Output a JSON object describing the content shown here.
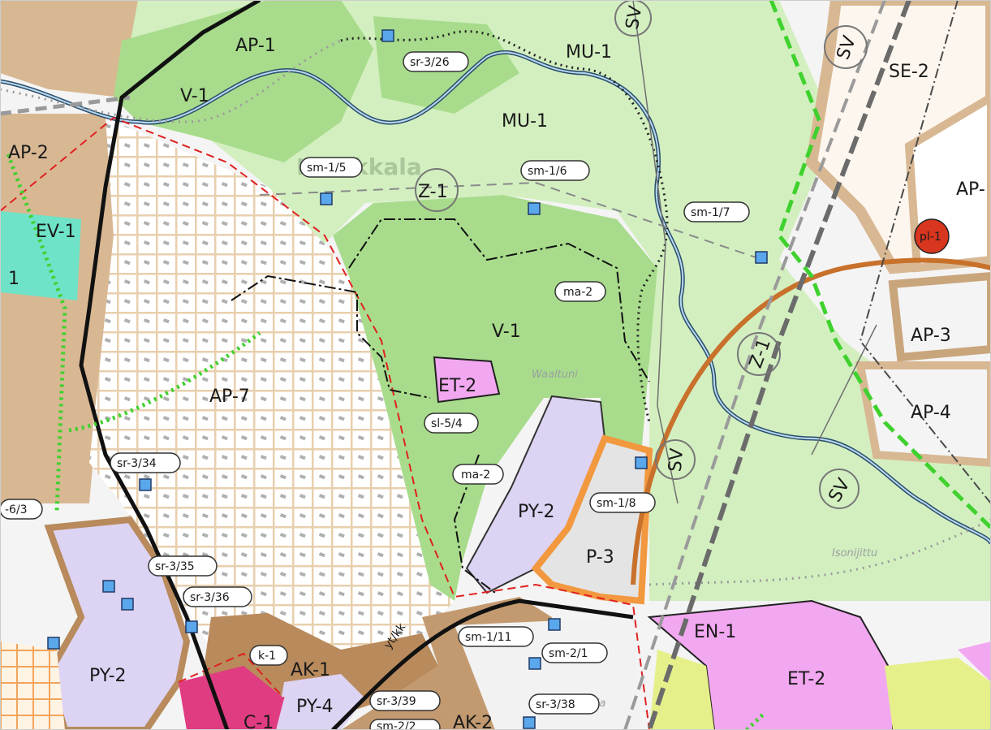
{
  "colors": {
    "green_light": "#d5f0c3",
    "green_mid": "#b6e29b",
    "green_dark": "#8fcf6f",
    "brown": "#d8b893",
    "brown_dark": "#b88a5c",
    "lilac": "#ddd3f3",
    "pink": "#f2a8f0",
    "magenta": "#e03c82",
    "yellow": "#e5f08a",
    "grey": "#e7e7e7",
    "orange_ring": "#c8712b",
    "bright_green": "#3fd12e",
    "red_dash": "#e02020",
    "river": "#7fa8c9"
  },
  "zones": {
    "ap1": "AP-1",
    "ap2": "AP-2",
    "ap3": "AP-3",
    "ap4": "AP-4",
    "ap_right": "AP-",
    "ap7": "AP-7",
    "mu1_top": "MU-1",
    "mu1": "MU-1",
    "v1_top": "V-1",
    "v1": "V-1",
    "ev1": "EV-1",
    "se2": "SE-2",
    "et2_small": "ET-2",
    "et2": "ET-2",
    "py2_left": "PY-2",
    "py2": "PY-2",
    "p3": "P-3",
    "en1": "EN-1",
    "ak1": "AK-1",
    "ak2": "AK-2",
    "py4": "PY-4",
    "c1": "C-1",
    "num_left": "1"
  },
  "tags": {
    "sr_3_26": "sr-3/26",
    "sm_1_5": "sm-1/5",
    "sm_1_6": "sm-1/6",
    "sm_1_7": "sm-1/7",
    "ma_2_top": "ma-2",
    "ma_2_bottom": "ma-2",
    "sl_5_4": "sl-5/4",
    "sr_3_34": "sr-3/34",
    "sr_3_35": "sr-3/35",
    "sr_3_36": "sr-3/36",
    "sm_1_8": "sm-1/8",
    "sm_1_11": "sm-1/11",
    "sm_2_1": "sm-2/1",
    "sr_3_38": "sr-3/38",
    "sr_3_39": "sr-3/39",
    "k_1": "k-1",
    "left_6_3": "-6/3",
    "pl_1": "pl-1",
    "yt_kk": "yt/kk",
    "sm_2_2": "sm-2/2"
  },
  "circles": {
    "z1_left": "Z-1",
    "z1_right": "Z-1",
    "sv_top": "SV",
    "sv_mid": "SV",
    "sv_bottom": "SV",
    "sv_top_right": "SV"
  },
  "place_names": {
    "klaukkala": "Klaukkala",
    "isonijittu": "Isonijittu",
    "kallioia": "Kalliola",
    "wanha": "Waaltuni"
  }
}
